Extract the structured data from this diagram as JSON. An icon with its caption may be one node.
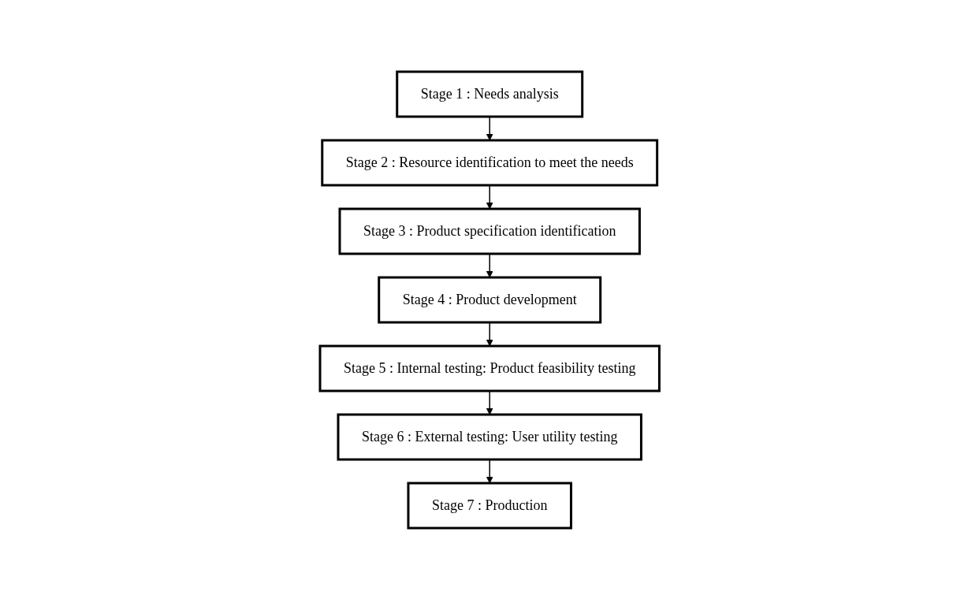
{
  "diagram": {
    "nodes": [
      {
        "text": [
          "Stage 1 : Needs analysis"
        ]
      },
      {
        "text": [
          "Stage 2 : Resource identification to meet the needs"
        ]
      },
      {
        "text": [
          "Stage 3 : Product specification identification"
        ]
      },
      {
        "text": [
          "Stage 4 : Product development"
        ]
      },
      {
        "text": [
          "Stage 5 : Internal testing: Product feasibility testing"
        ]
      },
      {
        "text": [
          "Stage 6 : External testing: User utility testing"
        ]
      },
      {
        "text": [
          "Stage 7 : Production"
        ]
      }
    ],
    "edges": [
      {
        "from": 0,
        "to": 1,
        "arrow": "to"
      },
      {
        "from": 1,
        "to": 2,
        "arrow": "to"
      },
      {
        "from": 2,
        "to": 3,
        "arrow": "to"
      },
      {
        "from": 3,
        "to": 4,
        "arrow": "to"
      },
      {
        "from": 4,
        "to": 5,
        "arrow": "to"
      },
      {
        "from": 5,
        "to": 6,
        "arrow": "to"
      }
    ]
  }
}
